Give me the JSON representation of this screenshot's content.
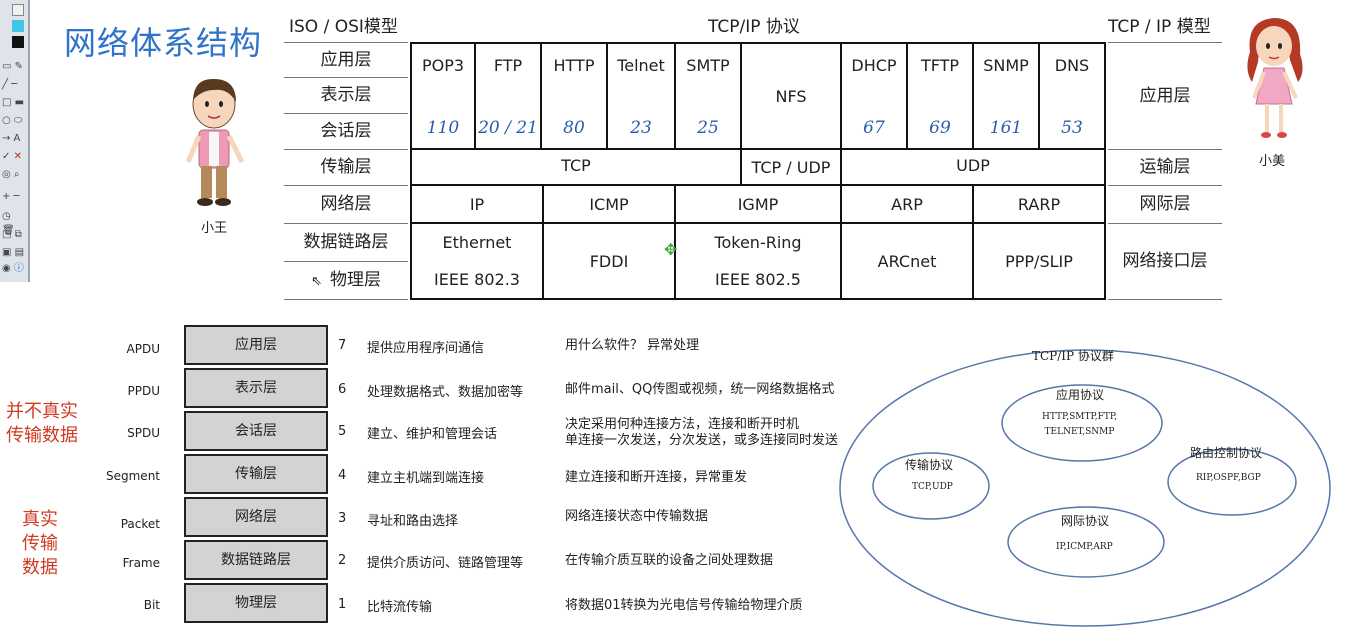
{
  "title": "网络体系结构",
  "headers": {
    "osi": "ISO / OSI模型",
    "tcpip": "TCP/IP 协议",
    "tcpip_model": "TCP / IP 模型"
  },
  "osi_layers": [
    "应用层",
    "表示层",
    "会话层",
    "传输层",
    "网络层",
    "数据链路层",
    "物理层"
  ],
  "tcpip_model_layers": [
    "应用层",
    "运输层",
    "网际层",
    "网络接口层"
  ],
  "app_protocols": [
    {
      "name": "POP3",
      "port": "110"
    },
    {
      "name": "FTP",
      "port": "20 / 21"
    },
    {
      "name": "HTTP",
      "port": "80"
    },
    {
      "name": "Telnet",
      "port": "23"
    },
    {
      "name": "SMTP",
      "port": "25"
    },
    {
      "name": "NFS",
      "port": ""
    },
    {
      "name": "DHCP",
      "port": "67"
    },
    {
      "name": "TFTP",
      "port": "69"
    },
    {
      "name": "SNMP",
      "port": "161"
    },
    {
      "name": "DNS",
      "port": "53"
    }
  ],
  "transport": {
    "tcp": "TCP",
    "tcp_udp": "TCP / UDP",
    "udp": "UDP"
  },
  "network": [
    "IP",
    "ICMP",
    "IGMP",
    "ARP",
    "RARP"
  ],
  "link": {
    "ethernet": "Ethernet",
    "ethernet_std": "IEEE 802.3",
    "fddi": "FDDI",
    "token": "Token-Ring",
    "token_std": "IEEE 802.5",
    "arcnet": "ARCnet",
    "ppp": "PPP/SLIP"
  },
  "characters": {
    "boy": "小王",
    "girl": "小美"
  },
  "lower": {
    "pdus": [
      "APDU",
      "PPDU",
      "SPDU",
      "Segment",
      "Packet",
      "Frame",
      "Bit"
    ],
    "layers": [
      "应用层",
      "表示层",
      "会话层",
      "传输层",
      "网络层",
      "数据链路层",
      "物理层"
    ],
    "numbers": [
      "7",
      "6",
      "5",
      "4",
      "3",
      "2",
      "1"
    ],
    "descriptions": [
      "提供应用程序间通信",
      "处理数据格式、数据加密等",
      "建立、维护和管理会话",
      "建立主机端到端连接",
      "寻址和路由选择",
      "提供介质访问、链路管理等",
      "比特流传输"
    ],
    "notes": [
      "用什么软件？ 异常处理",
      "邮件mail、QQ传图或视频，统一网络数据格式",
      "决定采用何种连接方法，连接和断开时机\n单连接一次发送，分次发送，或多连接同时发送",
      "建立连接和断开连接，异常重发",
      "网络连接状态中传输数据",
      "在传输介质互联的设备之间处理数据",
      "将数据01转换为光电信号传输给物理介质"
    ],
    "not_real": "并不真实\n传输数据",
    "real": "真实\n传输\n数据"
  },
  "suite": {
    "title": "TCP/IP 协议群",
    "app": {
      "title": "应用协议",
      "items": "HTTP,SMTP,FTP,\nTELNET,SNMP"
    },
    "transport": {
      "title": "传输协议",
      "items": "TCP,UDP"
    },
    "routing": {
      "title": "路由控制协议",
      "items": "RIP,OSPF,BGP"
    },
    "internet": {
      "title": "网际协议",
      "items": "IP,ICMP,ARP"
    }
  },
  "colors": {
    "title": "#2f74c9",
    "port": "#2a5bb0",
    "red_note": "#d03a22",
    "layer_box": "#d3d3d3"
  }
}
